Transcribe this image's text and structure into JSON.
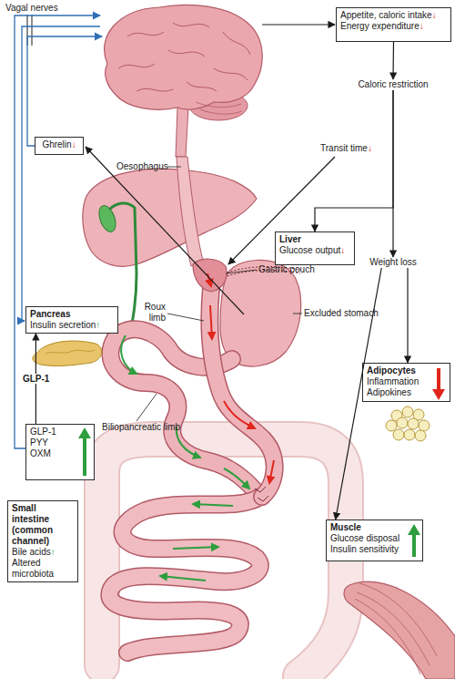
{
  "diagram": {
    "nodes": [
      {
        "text": [
          "Appetite, caloric intake↓",
          "Energy expenditure↓"
        ]
      },
      {
        "text": [
          "Ghrelin↓"
        ]
      },
      {
        "text": [
          "Caloric restriction"
        ]
      },
      {
        "text": [
          "Liver",
          "Glucose output↓"
        ]
      },
      {
        "text": [
          "Weight loss"
        ]
      },
      {
        "text": [
          "Pancreas",
          "Insulin secretion↑"
        ]
      },
      {
        "text": [
          "Adipocytes",
          "Inflammation",
          "Adipokines"
        ]
      },
      {
        "text": [
          "GLP-1",
          "PYY",
          "OXM"
        ]
      },
      {
        "text": [
          "Small intestine (common channel)",
          "Bile acids↑",
          "Altered microbiota"
        ]
      },
      {
        "text": [
          "Muscle",
          "Glucose disposal",
          "Insulin sensitivity"
        ]
      }
    ],
    "edges": [
      {
        "from": 0,
        "to": 2,
        "arrow": "to"
      },
      {
        "from": 2,
        "to": 3,
        "arrow": "to"
      },
      {
        "from": 2,
        "to": 4,
        "arrow": "to"
      },
      {
        "from": 4,
        "to": 6,
        "arrow": "to"
      },
      {
        "from": 4,
        "to": 9,
        "arrow": "to"
      },
      {
        "from": 7,
        "to": 5,
        "label": "GLP-1",
        "arrow": "to"
      }
    ],
    "labels": [
      "Vagal nerves",
      "Oesophagus",
      "Transit time↓",
      "Gastric pouch",
      "Roux limb",
      "Excluded stomach",
      "Biliopancreatic limb"
    ]
  }
}
